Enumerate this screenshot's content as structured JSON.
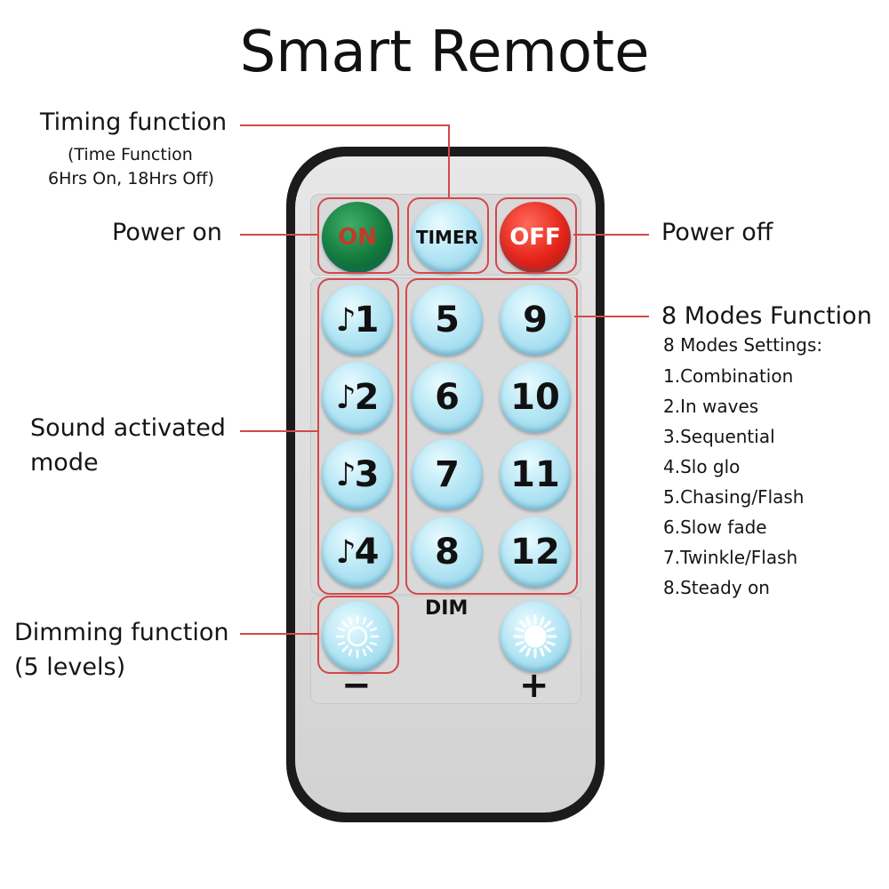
{
  "title": "Smart Remote",
  "labels": {
    "timing": "Timing function",
    "timing_sub1": "(Time Function",
    "timing_sub2": "6Hrs On, 18Hrs Off)",
    "power_on": "Power on",
    "power_off": "Power off",
    "modes_title": "8 Modes Function",
    "modes_settings": "8 Modes Settings:",
    "modes": [
      "1.Combination",
      "2.In waves",
      "3.Sequential",
      "4.Slo glo",
      "5.Chasing/Flash",
      "6.Slow fade",
      "7.Twinkle/Flash",
      "8.Steady on"
    ],
    "sound_line1": "Sound activated",
    "sound_line2": "mode",
    "dimming_line1": "Dimming function",
    "dimming_line2": "(5 levels)"
  },
  "buttons": {
    "on": "ON",
    "timer": "TIMER",
    "off": "OFF",
    "sound": [
      "1",
      "2",
      "3",
      "4"
    ],
    "note_glyph": "♪",
    "modes_left": [
      "5",
      "6",
      "7",
      "8"
    ],
    "modes_right": [
      "9",
      "10",
      "11",
      "12"
    ],
    "dim": "DIM",
    "minus": "−",
    "plus": "+"
  },
  "colors": {
    "highlight": "#d2484b",
    "button_blue": "#b8e7f5",
    "on_green": "#137a3c",
    "off_red": "#e5241a"
  },
  "icons": {
    "dim_minus": "sun-outline-icon",
    "dim_plus": "sun-filled-icon"
  }
}
